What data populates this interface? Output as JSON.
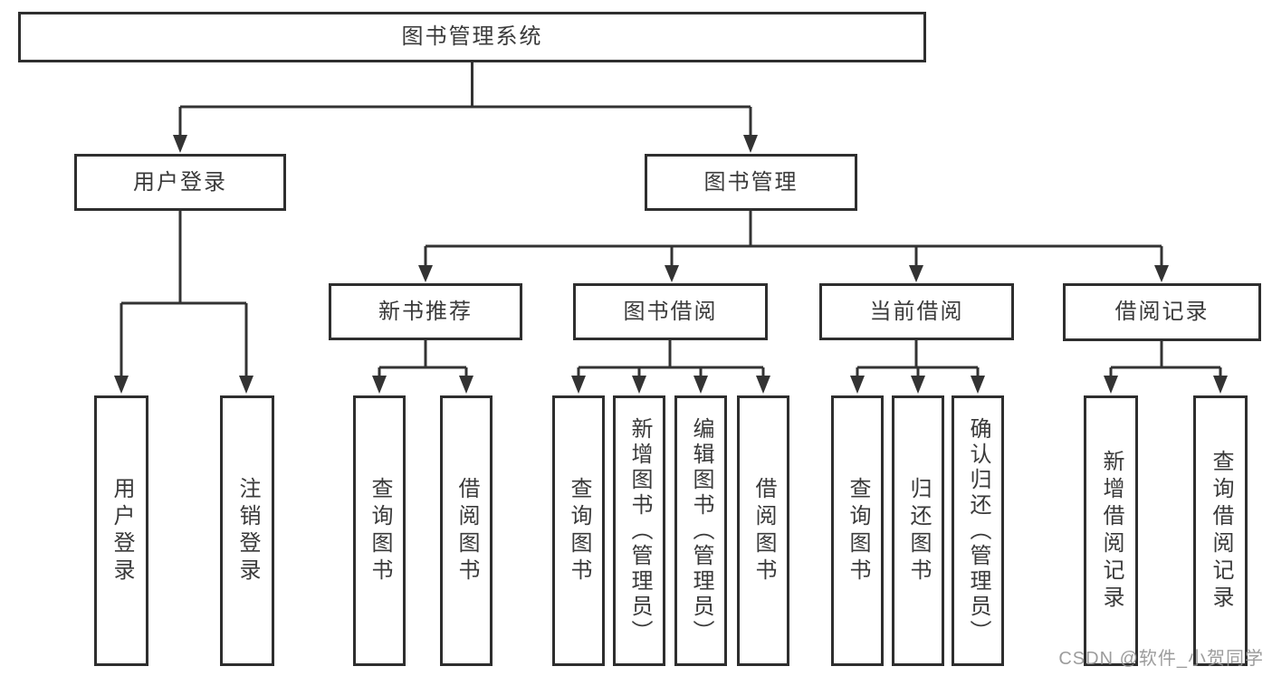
{
  "diagram_type": "hierarchy-tree",
  "colors": {
    "background": "#ffffff",
    "box_border": "#2e2e2e",
    "connector_line": "#333333",
    "text": "#3a3a3a",
    "watermark_text": "#949494"
  },
  "watermark": "CSDN @软件_小贺同学",
  "tree": {
    "root": {
      "label": "图书管理系统",
      "children": [
        {
          "label": "用户登录",
          "children": [
            {
              "label": "用户登录"
            },
            {
              "label": "注销登录"
            }
          ]
        },
        {
          "label": "图书管理",
          "children": [
            {
              "label": "新书推荐",
              "children": [
                {
                  "label": "查询图书"
                },
                {
                  "label": "借阅图书"
                }
              ]
            },
            {
              "label": "图书借阅",
              "children": [
                {
                  "label": "查询图书"
                },
                {
                  "label": "新增图书（管理员）"
                },
                {
                  "label": "编辑图书（管理员）"
                },
                {
                  "label": "借阅图书"
                }
              ]
            },
            {
              "label": "当前借阅",
              "children": [
                {
                  "label": "查询图书"
                },
                {
                  "label": "归还图书"
                },
                {
                  "label": "确认归还（管理员）"
                }
              ]
            },
            {
              "label": "借阅记录",
              "children": [
                {
                  "label": "新增借阅记录"
                },
                {
                  "label": "查询借阅记录"
                }
              ]
            }
          ]
        }
      ]
    }
  }
}
